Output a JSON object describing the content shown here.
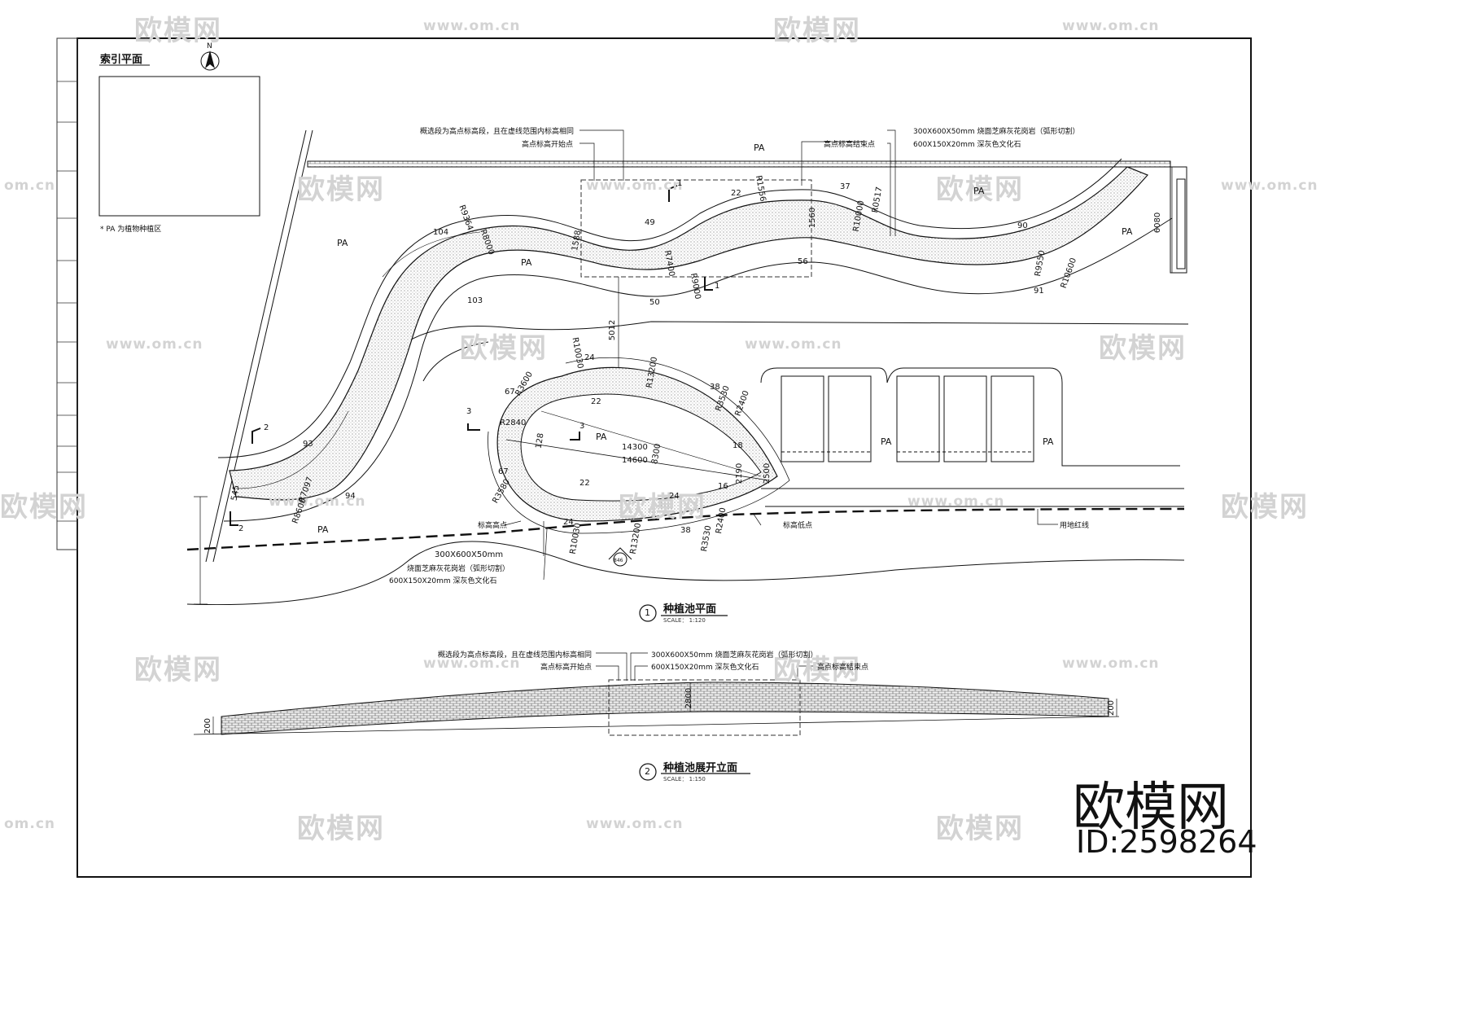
{
  "watermark": {
    "brand": "欧模网",
    "url": "www.om.cn",
    "short": "om.cn"
  },
  "brand_block": {
    "name": "欧模网",
    "id": "ID:2598264"
  },
  "index_plan": {
    "title": "索引平面",
    "note": "* PA 为植物种植区",
    "north": "N"
  },
  "plan": {
    "title": "种植池平面",
    "number": "1",
    "scale": "SCALE：  1:120",
    "pa_label": "PA",
    "notes": {
      "level_segment": "概选段为高点标高段，且在虚线范围内标高相同",
      "high_start": "高点标高开始点",
      "high_end": "高点标高结束点",
      "paver": "300X600X50mm 烧面芝麻灰花岗岩（弧形切割）",
      "culture_stone": "600X150X20mm 深灰色文化石",
      "bottom_size": "300X600X50mm",
      "bottom_paver": "烧面芝麻灰花岗岩（弧形切割）",
      "bottom_stone": "600X150X20mm 深灰色文化石",
      "high_point": "标高高点",
      "low_point": "标高低点",
      "red_line": "用地红线"
    },
    "dims": {
      "d104": "104",
      "d49": "49",
      "d22": "22",
      "d37": "37",
      "d90": "90",
      "d91": "91",
      "d50": "50",
      "d56": "56",
      "d103": "103",
      "d93": "93",
      "d94": "94",
      "d24": "24",
      "d67": "67",
      "d38": "38",
      "d18": "18",
      "d16": "16",
      "d128": "128",
      "d5012": "5012",
      "d6080": "6080",
      "d14300": "14300",
      "d14600": "14600",
      "d8300": "8300",
      "d2190": "2190",
      "d2500": "2500",
      "d545": "545",
      "d1588": "1588",
      "d1560": "1560",
      "r9364": "R9364",
      "r8000": "R8000",
      "r1556": "R1556",
      "r10000": "R10000",
      "r0517": "R0517",
      "r7400": "R7400",
      "r9000": "R9000",
      "r9550": "R9550",
      "r10600": "R10600",
      "r7097": "R7097",
      "r8600": "R8600",
      "r3600": "R3600",
      "r13200": "R13200",
      "r3530": "R3530",
      "r2400": "R2400",
      "r2840": "R2840",
      "r3580": "R3580",
      "r10030": "R10030"
    },
    "sections": {
      "s1": "1",
      "s2": "2",
      "s3": "3"
    },
    "marker": "846"
  },
  "elevation": {
    "title": "种植池展开立面",
    "number": "2",
    "scale": "SCALE：  1:150",
    "notes": {
      "level_segment": "概选段为高点标高段，且在虚线范围内标高相同",
      "high_start": "高点标高开始点",
      "high_end": "高点标高结束点",
      "paver": "300X600X50mm 烧面芝麻灰花岗岩（弧形切割）",
      "culture_stone": "600X150X20mm 深灰色文化石"
    },
    "dims": {
      "left": "200",
      "mid": "2800",
      "right": "200"
    }
  }
}
